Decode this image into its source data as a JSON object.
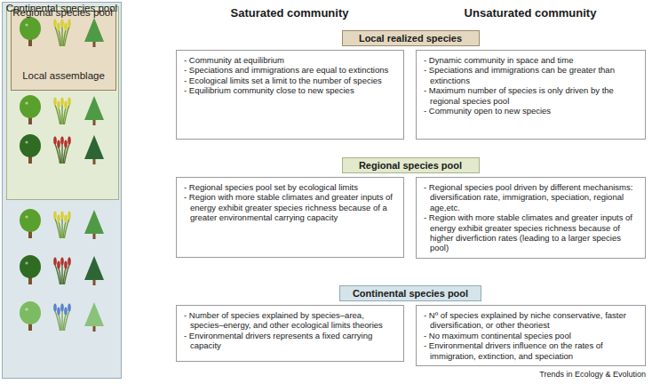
{
  "diagram": {
    "nodes": [
      {
        "text": [
          "Continental species pool"
        ]
      },
      {
        "text": [
          "Regional species pool"
        ],
        "in": 0
      },
      {
        "text": [
          "Local assemblage"
        ],
        "in": 1
      },
      {
        "text": [
          "Local realized species"
        ]
      },
      {
        "text": [
          "- Community at equilibrium",
          "- Speciations and immigrations are equal to extinctions",
          "- Ecological limits set a limit to the number of species",
          "- Equilibrium community close to new species"
        ]
      },
      {
        "text": [
          "- Dynamic community in space and time",
          "- Speciations and immigrations can be greater than extinctions",
          "- Maximum number of species is only driven by the regional species pool",
          "- Community open to new species"
        ]
      },
      {
        "text": [
          "Regional species pool"
        ]
      },
      {
        "text": [
          "- Regional species pool set by ecological limits",
          "- Region with more stable climates and greater inputs of energy exhibit greater species richness because of a greater environmental carrying capacity"
        ]
      },
      {
        "text": [
          "- Regional species pool driven by different mechanisms: diversification rate, immigration, speciation, regional age,etc.",
          "- Region with more stable climates and greater inputs of energy exhibit greater species richness because of higher diverfiction rates (leading to a larger species pool)"
        ]
      },
      {
        "text": [
          "Continental species pool"
        ]
      },
      {
        "text": [
          "- Number of species explained by species–area, species–energy, and other ecological limits theories",
          "- Environmental drivers represents a fixed carrying capacity"
        ]
      },
      {
        "text": [
          "- Nº of species explained by niche conservative, faster diversification, or other theoriest",
          "- No maximum continental species pool",
          "- Environmental drivers influence on the rates of immigration, extinction, and speciation"
        ]
      }
    ],
    "labels": [
      "Saturated community",
      "Unsaturated community",
      "Trends in Ecology & Evolution"
    ]
  }
}
